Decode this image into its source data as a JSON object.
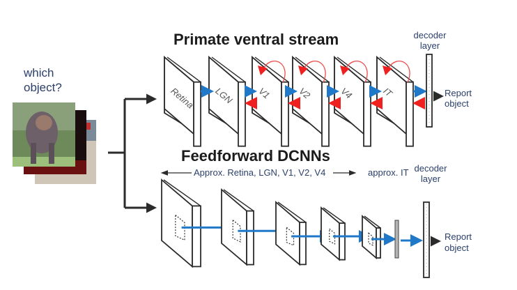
{
  "prompt": {
    "line1": "which",
    "line2": "object?"
  },
  "input_images": {
    "description": "stack of input photos (elephant in front)",
    "count": 3
  },
  "primate": {
    "title": "Primate ventral stream",
    "layers": [
      "Retina",
      "LGN",
      "V1",
      "V2",
      "V4",
      "IT"
    ],
    "recurrent_layers": [
      "V1",
      "V2",
      "V4",
      "IT"
    ],
    "decoder_label_line1": "decoder",
    "decoder_label_line2": "layer",
    "output_line1": "Report",
    "output_line2": "object"
  },
  "dcnn": {
    "title": "Feedforward DCNNs",
    "span_label": "Approx. Retina, LGN, V1, V2, V4",
    "it_label": "approx. IT",
    "decoder_label_line1": "decoder",
    "decoder_label_line2": "layer",
    "output_line1": "Report",
    "output_line2": "object",
    "num_conv_layers": 5
  },
  "colors": {
    "feedforward": "#1f78c8",
    "feedback": "#ee2020",
    "recurrent": "#ee4a4a",
    "label_text": "#2a3f6b"
  }
}
